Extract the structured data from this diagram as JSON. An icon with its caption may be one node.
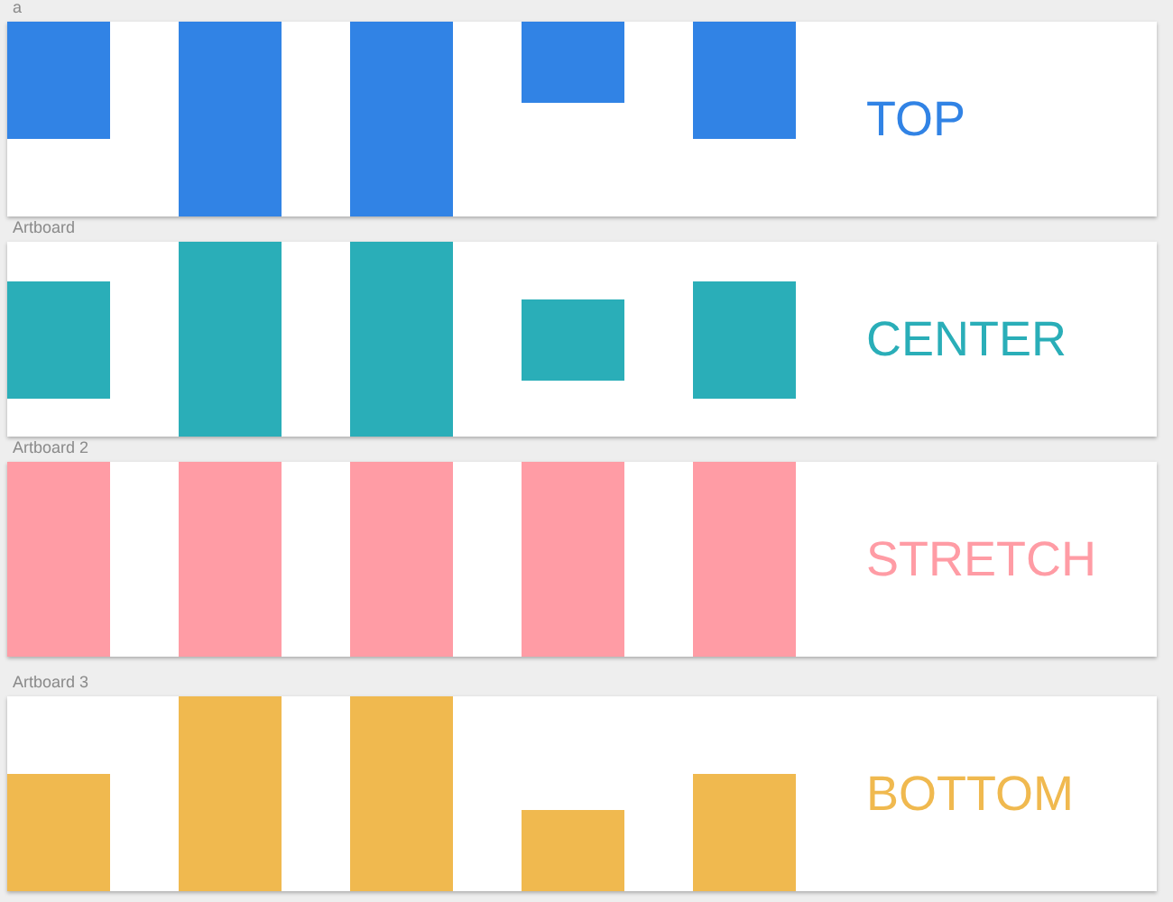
{
  "diagram": {
    "nodes": [
      {
        "text": [
          "a",
          "TOP"
        ]
      },
      {
        "text": [],
        "shape": "box",
        "in": 0
      },
      {
        "text": [],
        "shape": "box",
        "in": 0
      },
      {
        "text": [],
        "shape": "box",
        "in": 0
      },
      {
        "text": [],
        "shape": "box",
        "in": 0
      },
      {
        "text": [],
        "shape": "box",
        "in": 0
      },
      {
        "text": [
          "Artboard",
          "CENTER"
        ]
      },
      {
        "text": [],
        "shape": "box",
        "in": 6
      },
      {
        "text": [],
        "shape": "box",
        "in": 6
      },
      {
        "text": [],
        "shape": "box",
        "in": 6
      },
      {
        "text": [],
        "shape": "box",
        "in": 6
      },
      {
        "text": [],
        "shape": "box",
        "in": 6
      },
      {
        "text": [
          "Artboard 2",
          "STRETCH"
        ]
      },
      {
        "text": [],
        "shape": "box",
        "in": 12
      },
      {
        "text": [],
        "shape": "box",
        "in": 12
      },
      {
        "text": [],
        "shape": "box",
        "in": 12
      },
      {
        "text": [],
        "shape": "box",
        "in": 12
      },
      {
        "text": [],
        "shape": "box",
        "in": 12
      },
      {
        "text": [
          "Artboard 3",
          "BOTTOM"
        ]
      },
      {
        "text": [],
        "shape": "box",
        "in": 18
      },
      {
        "text": [],
        "shape": "box",
        "in": 18
      },
      {
        "text": [],
        "shape": "box",
        "in": 18
      },
      {
        "text": [],
        "shape": "box",
        "in": 18
      },
      {
        "text": [],
        "shape": "box",
        "in": 18
      }
    ]
  }
}
